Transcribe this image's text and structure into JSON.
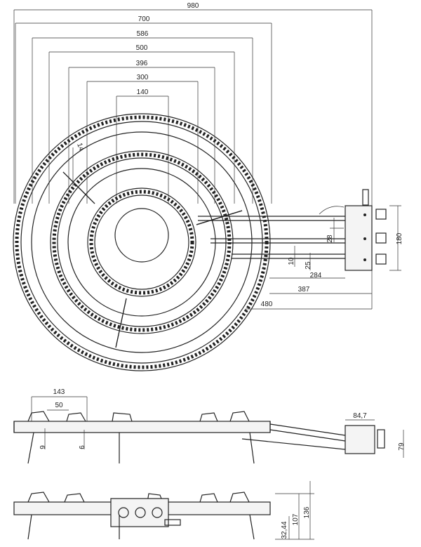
{
  "top_view": {
    "dims_horizontal": [
      "980",
      "700",
      "586",
      "500",
      "396",
      "300",
      "140"
    ],
    "dims_right": [
      "284",
      "387",
      "480"
    ],
    "dims_small": [
      "28",
      "180",
      "10",
      "25"
    ],
    "angle_label": "14"
  },
  "side_view": {
    "dims": [
      "143",
      "50",
      "84,7",
      "9",
      "6",
      "79"
    ]
  },
  "front_view": {
    "dims": [
      "32,44",
      "107",
      "136"
    ]
  },
  "colors": {
    "line": "#222222",
    "background": "#ffffff"
  }
}
